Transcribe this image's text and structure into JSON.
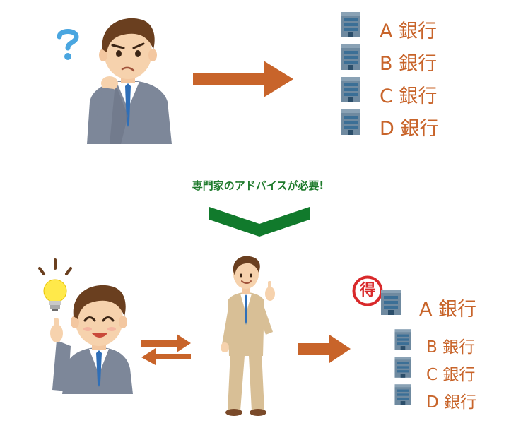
{
  "caption": "専門家のアドバイスが必要!",
  "top_banks": [
    "A 銀行",
    "B 銀行",
    "C 銀行",
    "D 銀行"
  ],
  "bottom_banks": [
    "A 銀行",
    "B 銀行",
    "C 銀行",
    "D 銀行"
  ],
  "badge": "得",
  "colors": {
    "arrow_orange": "#c8642a",
    "chevron_green": "#117a2c",
    "bank_text": "#c8642a",
    "badge_red": "#d9292b",
    "question_blue": "#4aa6e0"
  },
  "icons": [
    "question-mark-icon",
    "light-bulb-icon",
    "building-icon",
    "exchange-arrows-icon"
  ]
}
